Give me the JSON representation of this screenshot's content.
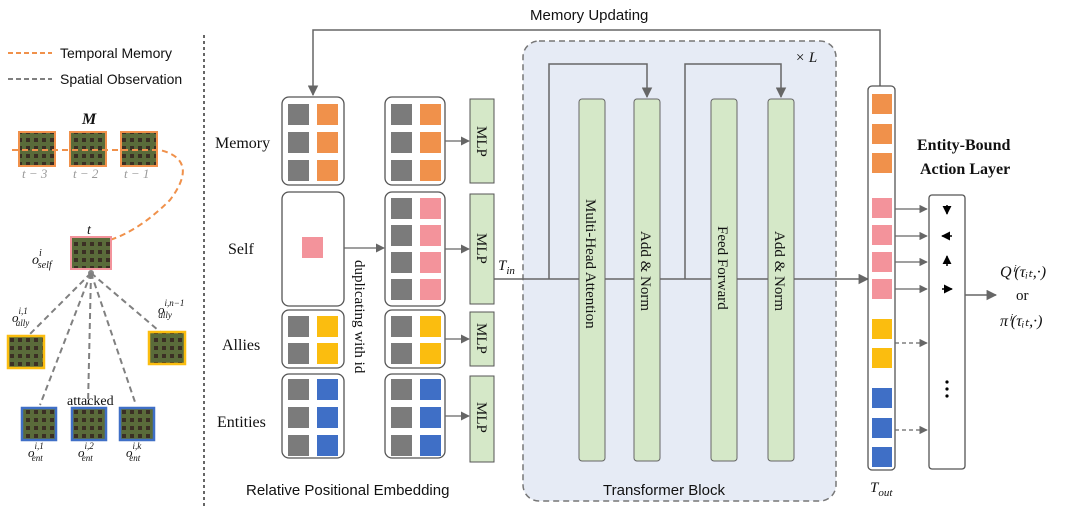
{
  "legend": {
    "temporal_memory": "Temporal Memory",
    "spatial_observation": "Spatial Observation"
  },
  "left_panel": {
    "memory_symbol": "M",
    "time_labels": [
      "t − 3",
      "t − 2",
      "t − 1"
    ],
    "current_time": "t",
    "self_label": "o",
    "self_sup": "i",
    "self_sub": "self",
    "ally_1": {
      "base": "o",
      "sup": "i,1",
      "sub": "ally"
    },
    "ally_n": {
      "base": "o",
      "sup": "i,n−1",
      "sub": "ally"
    },
    "attacked": "attacked",
    "ent_labels": [
      {
        "base": "o",
        "sup": "i,1",
        "sub": "ent"
      },
      {
        "base": "o",
        "sup": "i,2",
        "sub": "ent"
      },
      {
        "base": "o",
        "sup": "i,k",
        "sub": "ent"
      }
    ]
  },
  "rows": {
    "memory": "Memory",
    "self": "Self",
    "allies": "Allies",
    "entities": "Entities"
  },
  "mlp_label": "MLP",
  "duplicating_label": "duplicating with id",
  "rpe_label": "Relative Positional Embedding",
  "t_in": {
    "base": "T",
    "sub": "in"
  },
  "memory_updating": "Memory Updating",
  "transformer": {
    "title": "Transformer Block",
    "repeat": "× L",
    "blocks": [
      "Multi-Head Attention",
      "Add & Norm",
      "Feed Forward",
      "Add & Norm"
    ]
  },
  "t_out": {
    "base": "T",
    "sub": "out"
  },
  "action_layer": {
    "line1": "Entity-Bound",
    "line2": "Action Layer"
  },
  "outputs": {
    "q": "Qⁱ(τᵢₜ,·)",
    "or": "or",
    "pi": "πⁱ(τᵢₜ,·)"
  },
  "colors": {
    "memory": "#f0914b",
    "self": "#f3939b",
    "ally": "#fbbd0f",
    "entity": "#3f6fc6",
    "gray": "#7b7b7b",
    "mlp": "#d5e8c8",
    "block": "#d5e8c8",
    "transformer_bg": "#e6ebf5",
    "temporal_line": "#f0914b",
    "spatial_line": "#808080"
  }
}
